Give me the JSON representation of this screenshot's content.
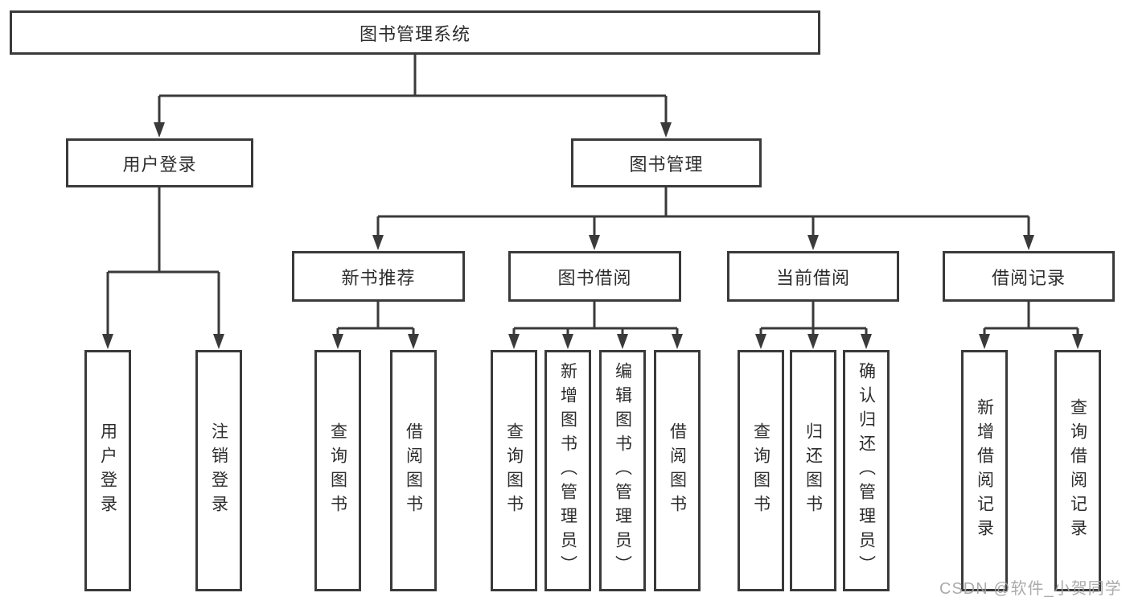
{
  "diagram": {
    "root": {
      "label": "图书管理系统"
    },
    "level2": [
      {
        "label": "用户登录"
      },
      {
        "label": "图书管理"
      }
    ],
    "level3": [
      {
        "label": "新书推荐",
        "parent": "图书管理"
      },
      {
        "label": "图书借阅",
        "parent": "图书管理"
      },
      {
        "label": "当前借阅",
        "parent": "图书管理"
      },
      {
        "label": "借阅记录",
        "parent": "图书管理"
      }
    ],
    "leaves": [
      {
        "label": "用户登录",
        "parent": "用户登录"
      },
      {
        "label": "注销登录",
        "parent": "用户登录"
      },
      {
        "label": "查询图书",
        "parent": "新书推荐"
      },
      {
        "label": "借阅图书",
        "parent": "新书推荐"
      },
      {
        "label": "查询图书",
        "parent": "图书借阅"
      },
      {
        "label": "新增图书（管理员）",
        "parent": "图书借阅"
      },
      {
        "label": "编辑图书（管理员）",
        "parent": "图书借阅"
      },
      {
        "label": "借阅图书",
        "parent": "图书借阅"
      },
      {
        "label": "查询图书",
        "parent": "当前借阅"
      },
      {
        "label": "归还图书",
        "parent": "当前借阅"
      },
      {
        "label": "确认归还（管理员）",
        "parent": "当前借阅"
      },
      {
        "label": "新增借阅记录",
        "parent": "借阅记录"
      },
      {
        "label": "查询借阅记录",
        "parent": "借阅记录"
      }
    ]
  },
  "watermark": {
    "text": "CSDN @软件_小贺同学"
  },
  "colors": {
    "line": "#3a3a3a",
    "box_border": "#3a3a3a",
    "text": "#2d2d2d",
    "watermark": "#a3a3a3",
    "background": "#ffffff"
  }
}
